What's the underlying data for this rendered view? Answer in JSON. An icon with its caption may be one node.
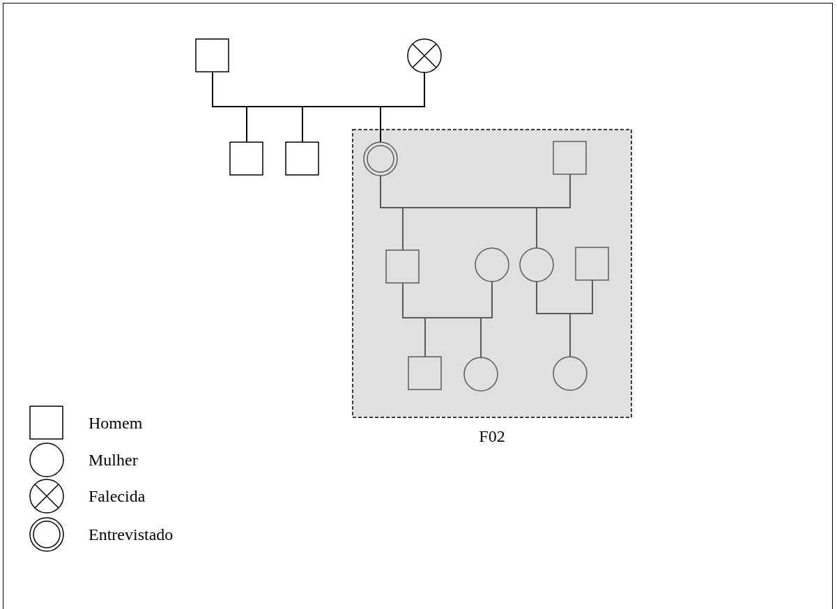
{
  "diagram": {
    "nodes": [
      {
        "text": [],
        "shape": "box"
      },
      {
        "text": [],
        "shape": "crossed-circle"
      },
      {
        "text": [],
        "shape": "box"
      },
      {
        "text": [],
        "shape": "box"
      },
      {
        "text": [
          "F02"
        ]
      },
      {
        "text": [],
        "shape": "double-circle",
        "in": 4
      },
      {
        "text": [],
        "shape": "box",
        "in": 4
      },
      {
        "text": [],
        "shape": "box",
        "in": 4
      },
      {
        "text": [],
        "shape": "circle",
        "in": 4
      },
      {
        "text": [],
        "shape": "circle",
        "in": 4
      },
      {
        "text": [],
        "shape": "box",
        "in": 4
      },
      {
        "text": [],
        "shape": "box",
        "in": 4
      },
      {
        "text": [],
        "shape": "circle",
        "in": 4
      },
      {
        "text": [],
        "shape": "circle",
        "in": 4
      }
    ],
    "edges": [
      {
        "from": 0,
        "to": 1,
        "arrow": "none",
        "color": "#000000"
      },
      {
        "from": 0,
        "to": 2,
        "arrow": "none",
        "color": "#000000"
      },
      {
        "from": 1,
        "to": 2,
        "arrow": "none",
        "color": "#000000"
      },
      {
        "from": 0,
        "to": 3,
        "arrow": "none",
        "color": "#000000"
      },
      {
        "from": 1,
        "to": 3,
        "arrow": "none",
        "color": "#000000"
      },
      {
        "from": 0,
        "to": 5,
        "arrow": "none",
        "color": "#000000"
      },
      {
        "from": 1,
        "to": 5,
        "arrow": "none",
        "color": "#000000"
      },
      {
        "from": 5,
        "to": 6,
        "arrow": "none"
      },
      {
        "from": 5,
        "to": 7,
        "arrow": "none"
      },
      {
        "from": 6,
        "to": 7,
        "arrow": "none"
      },
      {
        "from": 5,
        "to": 9,
        "arrow": "none"
      },
      {
        "from": 6,
        "to": 9,
        "arrow": "none"
      },
      {
        "from": 7,
        "to": 8,
        "arrow": "none"
      },
      {
        "from": 7,
        "to": 11,
        "arrow": "none"
      },
      {
        "from": 8,
        "to": 11,
        "arrow": "none"
      },
      {
        "from": 7,
        "to": 12,
        "arrow": "none"
      },
      {
        "from": 8,
        "to": 12,
        "arrow": "none"
      },
      {
        "from": 9,
        "to": 10,
        "arrow": "none"
      },
      {
        "from": 9,
        "to": 13,
        "arrow": "none"
      },
      {
        "from": 10,
        "to": 13,
        "arrow": "none"
      }
    ],
    "legend": [
      {
        "text": "Homem"
      },
      {
        "text": "Mulher"
      },
      {
        "text": "Falecida"
      },
      {
        "text": "Entrevistado"
      }
    ]
  }
}
